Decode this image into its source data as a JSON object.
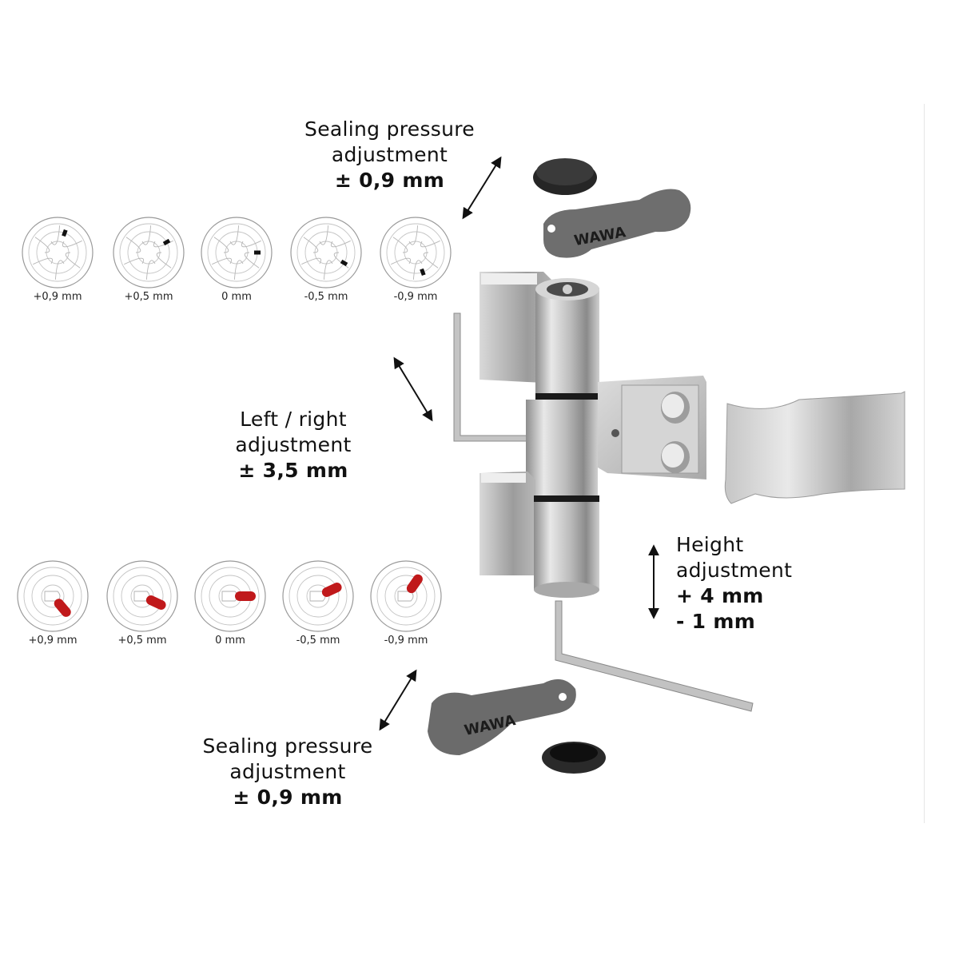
{
  "callouts": {
    "sealing_top": {
      "line1": "Sealing pressure",
      "line2": "adjustment",
      "value": "± 0,9 mm"
    },
    "left_right": {
      "line1": "Left / right",
      "line2": "adjustment",
      "value": "± 3,5 mm"
    },
    "height": {
      "line1": "Height",
      "line2": "adjustment",
      "value1": "+ 4 mm",
      "value2": "- 1 mm"
    },
    "sealing_bottom": {
      "line1": "Sealing pressure",
      "line2": "adjustment",
      "value": "± 0,9 mm"
    }
  },
  "dials_top": {
    "labels": [
      "+0,9 mm",
      "+0,5 mm",
      "0 mm",
      "-0,5 mm",
      "-0,9 mm"
    ],
    "marker_angles_deg": [
      -70,
      -30,
      0,
      30,
      70
    ],
    "marker_color": "#111111"
  },
  "dials_bottom": {
    "labels": [
      "+0,9 mm",
      "+0,5 mm",
      "0 mm",
      "-0,5 mm",
      "-0,9 mm"
    ],
    "marker_angles_deg": [
      50,
      25,
      0,
      -25,
      -55
    ],
    "marker_color": "#c0191b"
  },
  "brand_mark": "WAWA",
  "colors": {
    "steel_light": "#e4e4e4",
    "steel_mid": "#b9b9b9",
    "steel_dark": "#7d7d7d",
    "cap_dark": "#2b2b2b",
    "lever_grey": "#6e6e6e",
    "accent_red": "#c0191b"
  }
}
